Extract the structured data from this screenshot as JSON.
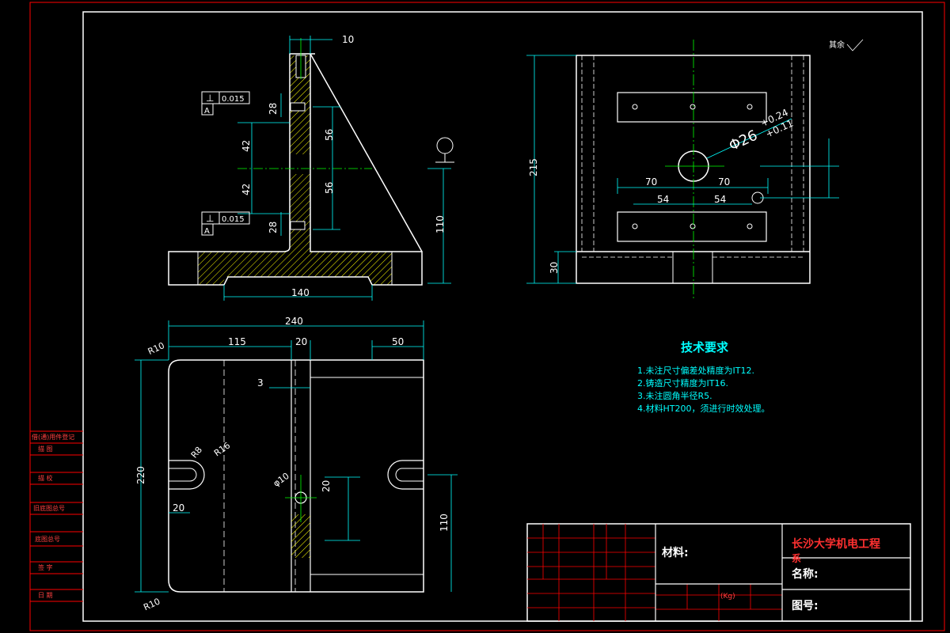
{
  "drawing": {
    "roughness_note": "其余",
    "dimensions": {
      "d10": "10",
      "d28a": "28",
      "d28b": "28",
      "d42a": "42",
      "d42b": "42",
      "d56a": "56",
      "d56b": "56",
      "d110": "110",
      "d140": "140",
      "d215": "215",
      "d30": "30",
      "d70a": "70",
      "d70b": "70",
      "d54a": "54",
      "d54b": "54",
      "hole_dia": "Φ26",
      "tol_upper": "+0.24",
      "tol_lower": "+0.11",
      "d240": "240",
      "d115": "115",
      "d20a": "20",
      "d50": "50",
      "d3": "3",
      "d220": "220",
      "d20b": "20",
      "d20c": "20",
      "d110b": "110",
      "r10a": "R10",
      "r10b": "R10",
      "r8": "R8",
      "r16": "R16",
      "phi10": "φ10"
    },
    "tolerance_frames": [
      {
        "symbol": "⊥",
        "value": "0.015",
        "datum": "A"
      },
      {
        "symbol": "⊥",
        "value": "0.015",
        "datum": "A"
      }
    ]
  },
  "tech_requirements": {
    "title": "技术要求",
    "items": [
      "1.未注尺寸偏差处精度为IT12.",
      "2.铸造尺寸精度为IT16.",
      "3.未注圆角半径R5.",
      "4.材料HT200，须进行时效处理。"
    ]
  },
  "title_block": {
    "school": "长沙大学机电工程",
    "dept": "系",
    "material_label": "材料:",
    "name_label": "名称:",
    "drawing_no_label": "图号:",
    "weight_unit": "(Kg)"
  },
  "left_strip": {
    "labels": [
      "借(通)用件登记",
      "描  图",
      "描  校",
      "旧底图总号",
      "底图总号",
      "签  字",
      "日  期"
    ]
  },
  "colors": {
    "outline": "#ffffff",
    "dimension": "#00ffff",
    "centerline": "#00ff00",
    "hatch": "#ffff00",
    "frame": "#ff0000"
  }
}
